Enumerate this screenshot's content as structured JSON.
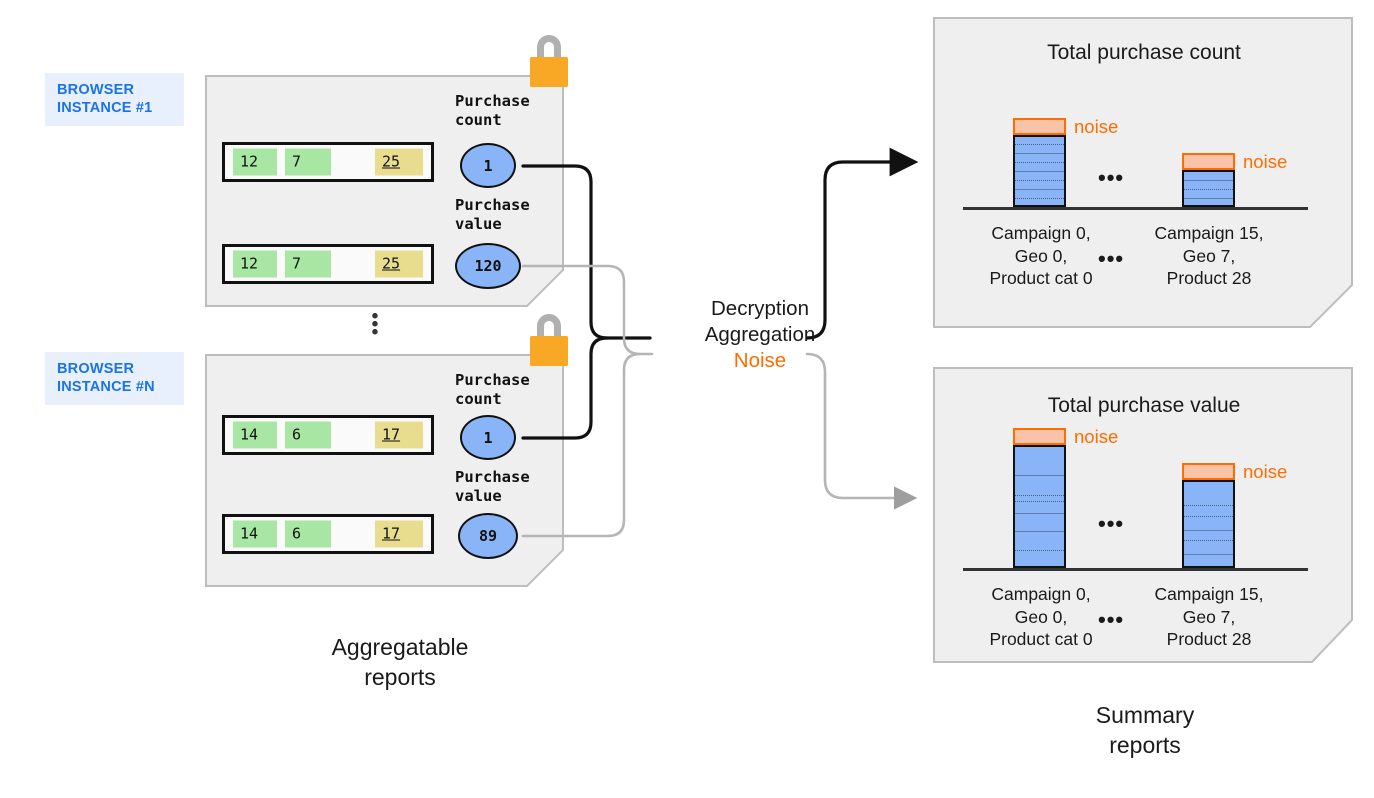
{
  "diagram": {
    "title_hidden": "",
    "browser_instances": [
      {
        "tag": "BROWSER\nINSTANCE #1",
        "lock_icon": "lock-icon",
        "rows": [
          {
            "metric_label": "Purchase\ncount",
            "cells": [
              {
                "value": "12",
                "style": "green"
              },
              {
                "value": "7",
                "style": "green"
              },
              {
                "value": "25",
                "style": "yellow"
              }
            ],
            "bubble_value": "1"
          },
          {
            "metric_label": "Purchase\nvalue",
            "cells": [
              {
                "value": "12",
                "style": "green"
              },
              {
                "value": "7",
                "style": "green"
              },
              {
                "value": "25",
                "style": "yellow"
              }
            ],
            "bubble_value": "120"
          }
        ]
      },
      {
        "tag": "BROWSER\nINSTANCE #N",
        "lock_icon": "lock-icon",
        "rows": [
          {
            "metric_label": "Purchase\ncount",
            "cells": [
              {
                "value": "14",
                "style": "green"
              },
              {
                "value": "6",
                "style": "green"
              },
              {
                "value": "17",
                "style": "yellow"
              }
            ],
            "bubble_value": "1"
          },
          {
            "metric_label": "Purchase\nvalue",
            "cells": [
              {
                "value": "14",
                "style": "green"
              },
              {
                "value": "6",
                "style": "green"
              },
              {
                "value": "17",
                "style": "yellow"
              }
            ],
            "bubble_value": "89"
          }
        ]
      }
    ],
    "vertical_ellipsis": "⋮",
    "processing": {
      "line1": "Decryption",
      "line2": "Aggregation",
      "line3_noise": "Noise"
    },
    "captions": {
      "left": "Aggregatable\nreports",
      "right": "Summary\nreports"
    },
    "colors": {
      "accent_blue": "#1a73e8",
      "tag_bg": "#e8f0fe",
      "bubble_blue": "#8ab4f8",
      "cell_green": "#a8e6a3",
      "cell_yellow": "#e8dd8e",
      "noise_orange": "#ff6d00",
      "noise_fill": "#f8c3a8",
      "lock_orange": "#f9a825",
      "panel_bg": "#efefef"
    }
  },
  "chart_data": [
    {
      "type": "bar",
      "title": "Total purchase count",
      "categories": [
        "Campaign 0,\nGeo 0,\nProduct cat 0",
        "Campaign 15,\nGeo 7,\nProduct 28"
      ],
      "values": [
        8,
        4.5
      ],
      "noise_values": [
        0.7,
        0.7
      ],
      "noise_label": "noise",
      "ellipsis": "•••",
      "xlabel": "",
      "ylabel": "",
      "ylim": [
        0,
        10
      ],
      "grid": false,
      "legend": "none"
    },
    {
      "type": "bar",
      "title": "Total purchase value",
      "categories": [
        "Campaign 0,\nGeo 0,\nProduct cat 0",
        "Campaign 15,\nGeo 7,\nProduct 28"
      ],
      "values": [
        9,
        6
      ],
      "noise_values": [
        0.8,
        0.8
      ],
      "noise_label": "noise",
      "ellipsis": "•••",
      "xlabel": "",
      "ylabel": "",
      "ylim": [
        0,
        11
      ],
      "grid": false,
      "legend": "none"
    }
  ]
}
